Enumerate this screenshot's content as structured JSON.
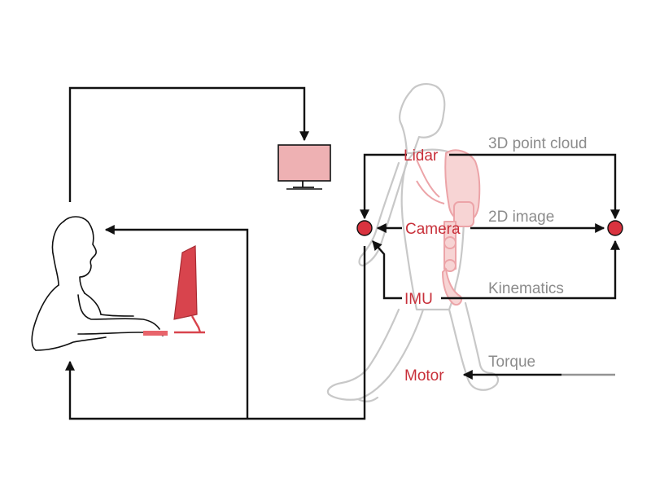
{
  "sensors": {
    "lidar": "Lidar",
    "camera": "Camera",
    "imu": "IMU",
    "motor": "Motor"
  },
  "signals": {
    "lidar": "3D point cloud",
    "camera": "2D image",
    "imu": "Kinematics",
    "motor": "Torque"
  },
  "colors": {
    "sensor_label": "#c8303a",
    "signal_label": "#8c8c8c",
    "node_fill": "#d9333f",
    "monitor_small_fill": "#eeb1b3",
    "monitor_main_fill": "#d8444d",
    "walker": "#c8c8c8",
    "exoskeleton": "#f0b3b3",
    "line": "#111111"
  },
  "icons": {
    "operator": "person-at-computer-icon",
    "small_monitor": "monitor-icon",
    "main_monitor": "computer-monitor-icon",
    "walker": "walking-person-icon",
    "exoskeleton": "backpack-exoskeleton-icon"
  }
}
